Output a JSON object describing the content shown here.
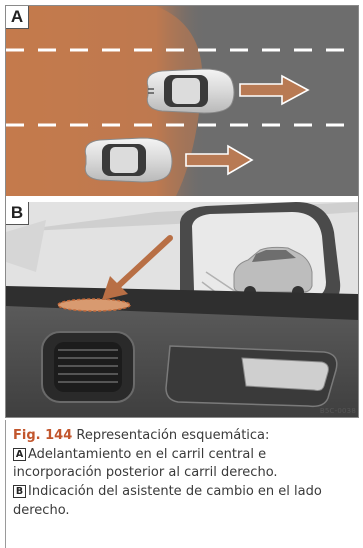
{
  "figure": {
    "panel_a_label": "A",
    "panel_b_label": "B",
    "reference_code": "B5C-0038",
    "caption": {
      "fig_number": "Fig. 144",
      "title": "Representación esquemática:",
      "item_a_marker": "A",
      "item_a_text": "Adelantamiento en el carril central e incorporación posterior al carril derecho.",
      "item_b_marker": "B",
      "item_b_text": "Indicación del asistente de cambio en el lado derecho."
    },
    "colors": {
      "road": "#6b6b6b",
      "blind_spot_zone": "#c87c4a",
      "arrow": "#b87a54",
      "caption_accent": "#c2562d"
    }
  }
}
